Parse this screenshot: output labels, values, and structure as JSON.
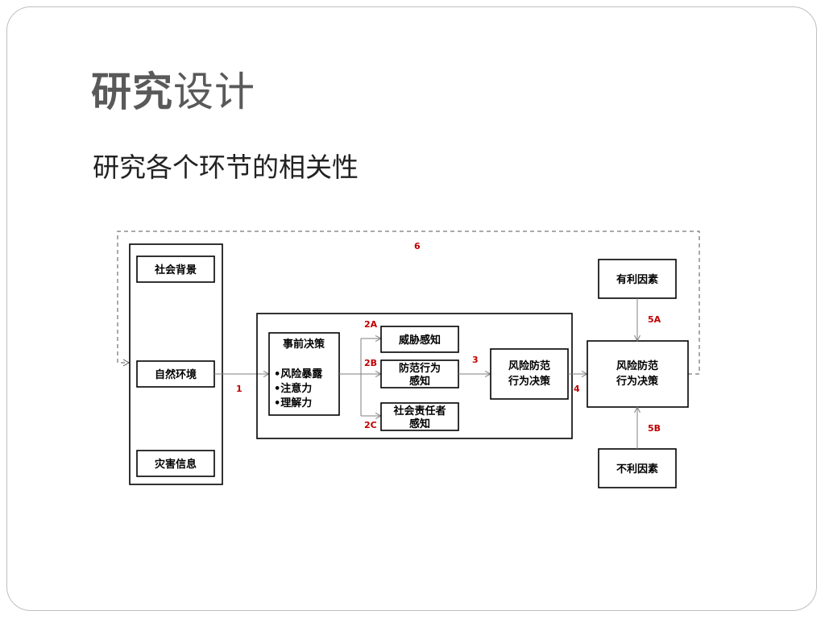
{
  "slide": {
    "title_bold": "研究",
    "title_rest": "设计",
    "subtitle": "研究各个环节的相关性"
  },
  "diagram": {
    "left_group": {
      "social_context": "社会背景",
      "natural_environment": "自然环境",
      "disaster_info": "灾害信息"
    },
    "pre_decision": {
      "heading": "事前决策",
      "items": [
        "•风险暴露",
        "•注意力",
        "•理解力"
      ]
    },
    "perceptions": {
      "threat": "威胁感知",
      "protective_line1": "防范行为",
      "protective_line2": "感知",
      "social_line1": "社会责任者",
      "social_line2": "感知"
    },
    "decision_inner": {
      "line1": "风险防范",
      "line2": "行为决策"
    },
    "decision_outer": {
      "line1": "风险防范",
      "line2": "行为决策"
    },
    "favorable": "有利因素",
    "unfavorable": "不利因素",
    "labels": {
      "l1": "1",
      "l2a": "2A",
      "l2b": "2B",
      "l2c": "2C",
      "l3": "3",
      "l4": "4",
      "l5a": "5A",
      "l5b": "5B",
      "l6": "6"
    }
  },
  "colors": {
    "label_red": "#c00000",
    "arrow_gray": "#7f7f7f"
  }
}
